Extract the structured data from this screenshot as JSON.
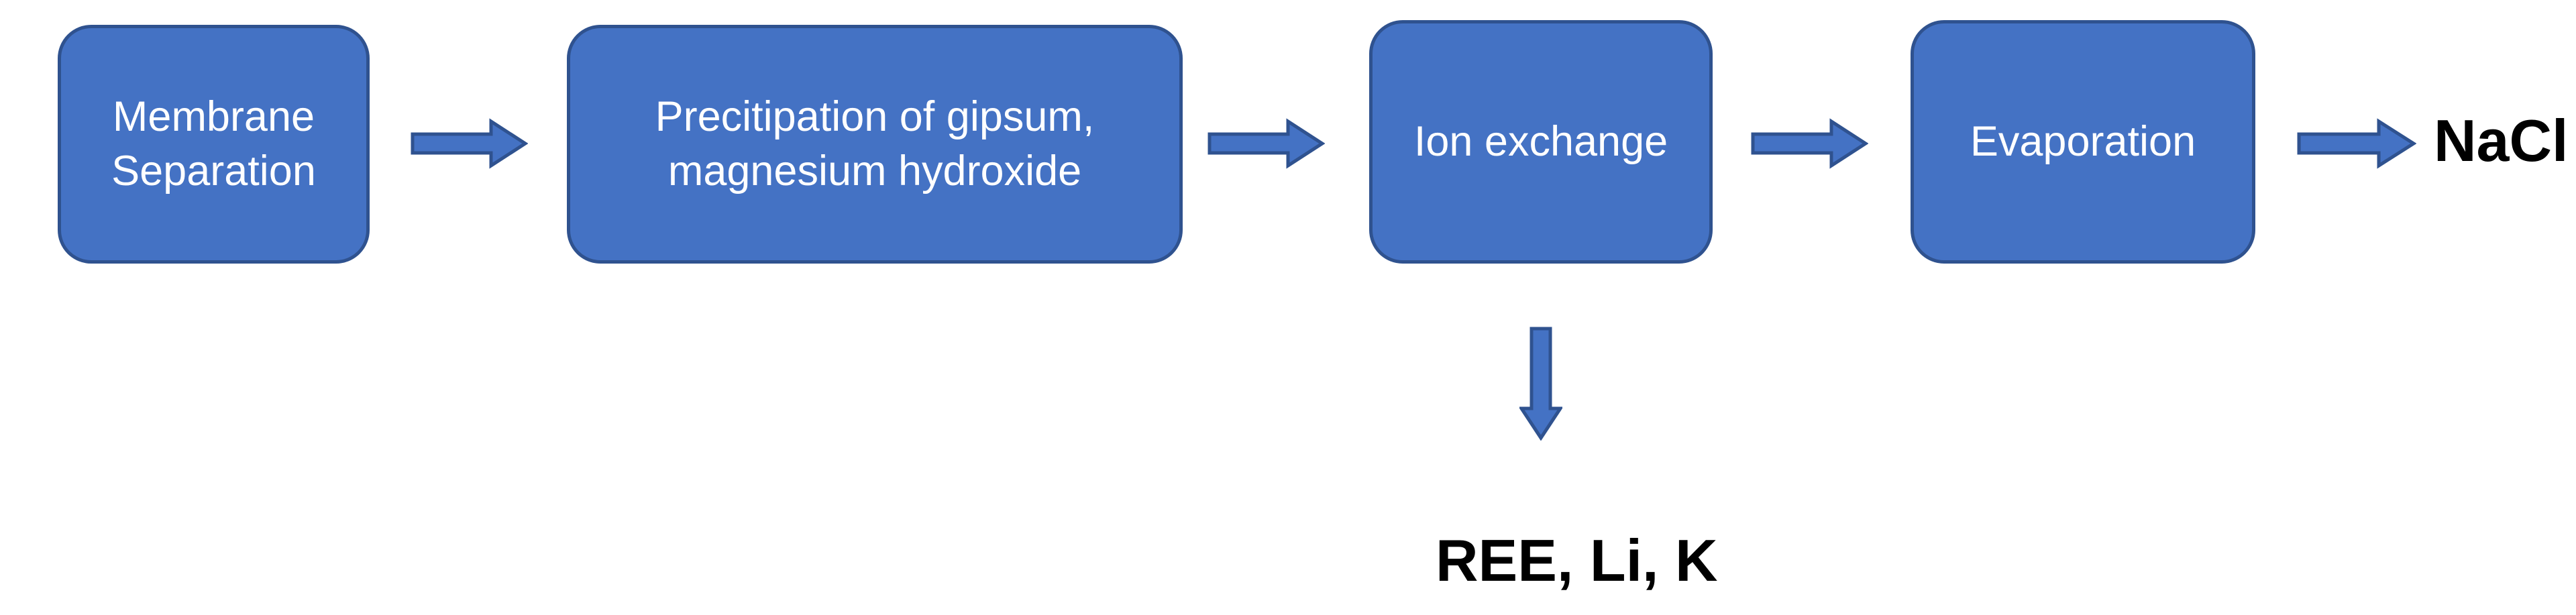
{
  "flow": {
    "boxes": [
      {
        "id": "membrane-separation",
        "label": "Membrane Separation"
      },
      {
        "id": "precipitation",
        "label": "Precitipation of gipsum, magnesium hydroxide"
      },
      {
        "id": "ion-exchange",
        "label": "Ion exchange"
      },
      {
        "id": "evaporation",
        "label": "Evaporation"
      }
    ],
    "outputs": {
      "final": "NaCl",
      "branch": "REE, Li, K"
    },
    "icons": [
      "arrow-right-icon",
      "arrow-right-icon",
      "arrow-right-icon",
      "arrow-right-icon",
      "arrow-down-icon"
    ],
    "colors": {
      "shape_fill": "#4472c4",
      "shape_border": "#2f528f",
      "shape_text": "#ffffff",
      "label_text": "#000000",
      "background": "#ffffff"
    }
  }
}
